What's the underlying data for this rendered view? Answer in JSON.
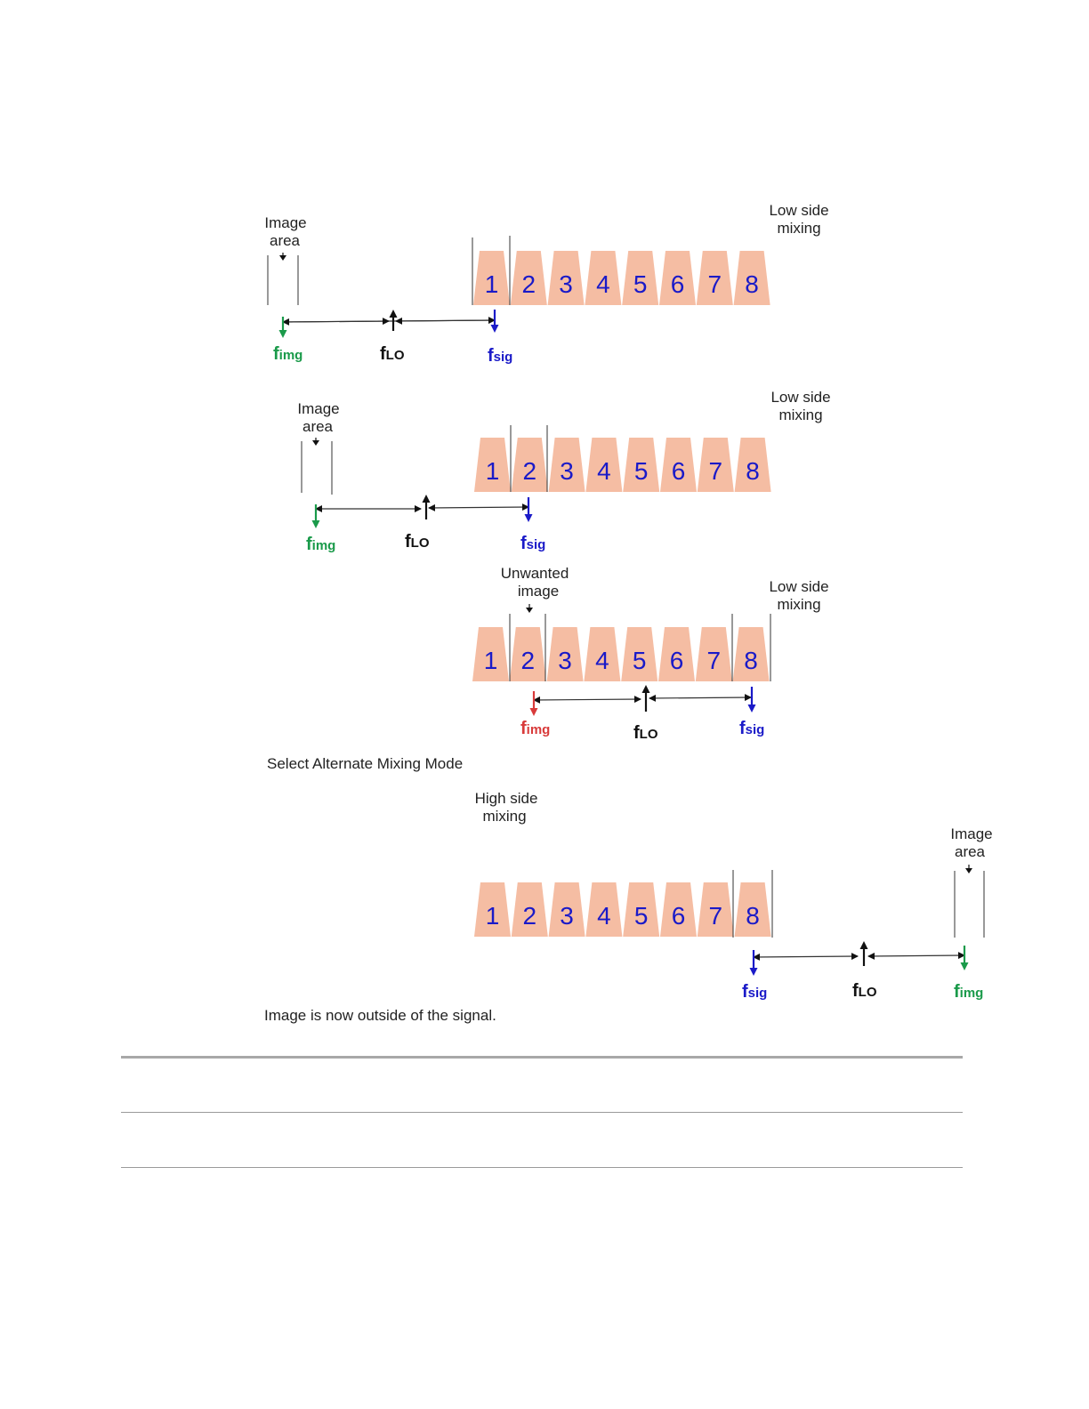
{
  "colors": {
    "channel_fill": "#f5bda3",
    "channel_number": "#1a1ac8",
    "img_green": "#1a9a4a",
    "img_red": "#d83a3a",
    "sig_blue": "#1a1ac8",
    "lo_black": "#111111"
  },
  "channels": [
    "1",
    "2",
    "3",
    "4",
    "5",
    "6",
    "7",
    "8"
  ],
  "freq": {
    "img_base": "f",
    "img_sub": "img",
    "lo_base": "f",
    "lo_sub": "LO",
    "sig_base": "f",
    "sig_sub": "sig"
  },
  "labels": {
    "image_area_1": "Image",
    "image_area_2": "area",
    "low_side_1": "Low side",
    "low_side_2": "mixing",
    "high_side_1": "High side",
    "high_side_2": "mixing",
    "unwanted_1": "Unwanted",
    "unwanted_2": "image"
  },
  "captions": {
    "select_mode": "Select Alternate Mixing Mode",
    "outside": "Image is now outside of the signal."
  }
}
